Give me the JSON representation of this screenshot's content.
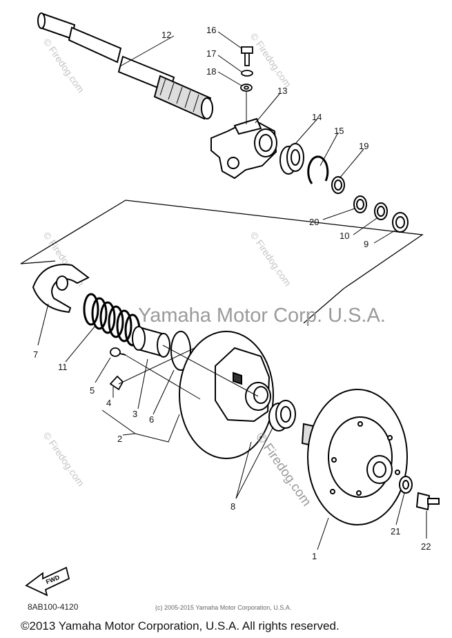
{
  "labels": {
    "p1": "1",
    "p2": "2",
    "p3": "3",
    "p4": "4",
    "p5": "5",
    "p6": "6",
    "p7": "7",
    "p8": "8",
    "p9": "9",
    "p10": "10",
    "p11": "11",
    "p12": "12",
    "p13": "13",
    "p14": "14",
    "p15": "15",
    "p16": "16",
    "p17": "17",
    "p18": "18",
    "p19": "19",
    "p20": "20",
    "p21": "21",
    "p22": "22"
  },
  "watermark": {
    "main": "Yamaha Motor Corp. U.S.A.",
    "site": "© Firedog.com",
    "site_center": "© Firedog.com"
  },
  "fwd": "FWD",
  "footer": {
    "part_code": "8AB100-4120",
    "small_copyright": "(c) 2005-2015 Yamaha Motor Corporation, U.S.A.",
    "copyright": "©2013 Yamaha Motor Corporation, U.S.A. All rights reserved."
  }
}
